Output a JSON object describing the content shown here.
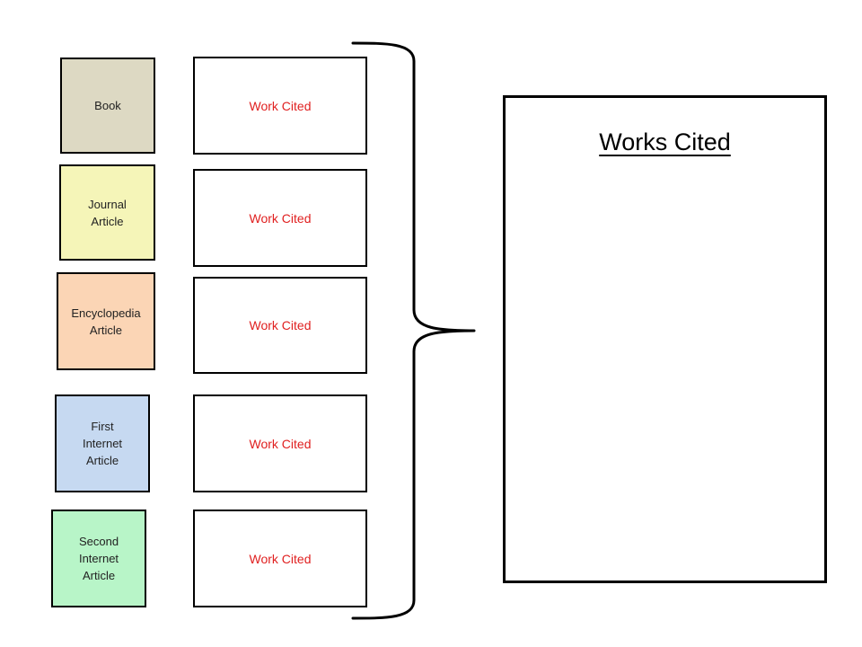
{
  "sources": [
    {
      "label": "Book",
      "color": "#ddd9c3"
    },
    {
      "label": "Journal\nArticle",
      "color": "#f5f5b8"
    },
    {
      "label": "Encyclopedia\nArticle",
      "color": "#fbd5b5"
    },
    {
      "label": "First\nInternet\nArticle",
      "color": "#c6d9f1"
    },
    {
      "label": "Second\nInternet\nArticle",
      "color": "#b8f5c8"
    }
  ],
  "citations": [
    "Work Cited",
    "Work Cited",
    "Work Cited",
    "Work Cited",
    "Work Cited"
  ],
  "works_cited": {
    "title": "Works Cited"
  },
  "colors": {
    "citation_text": "#e02020",
    "border": "#000000"
  }
}
